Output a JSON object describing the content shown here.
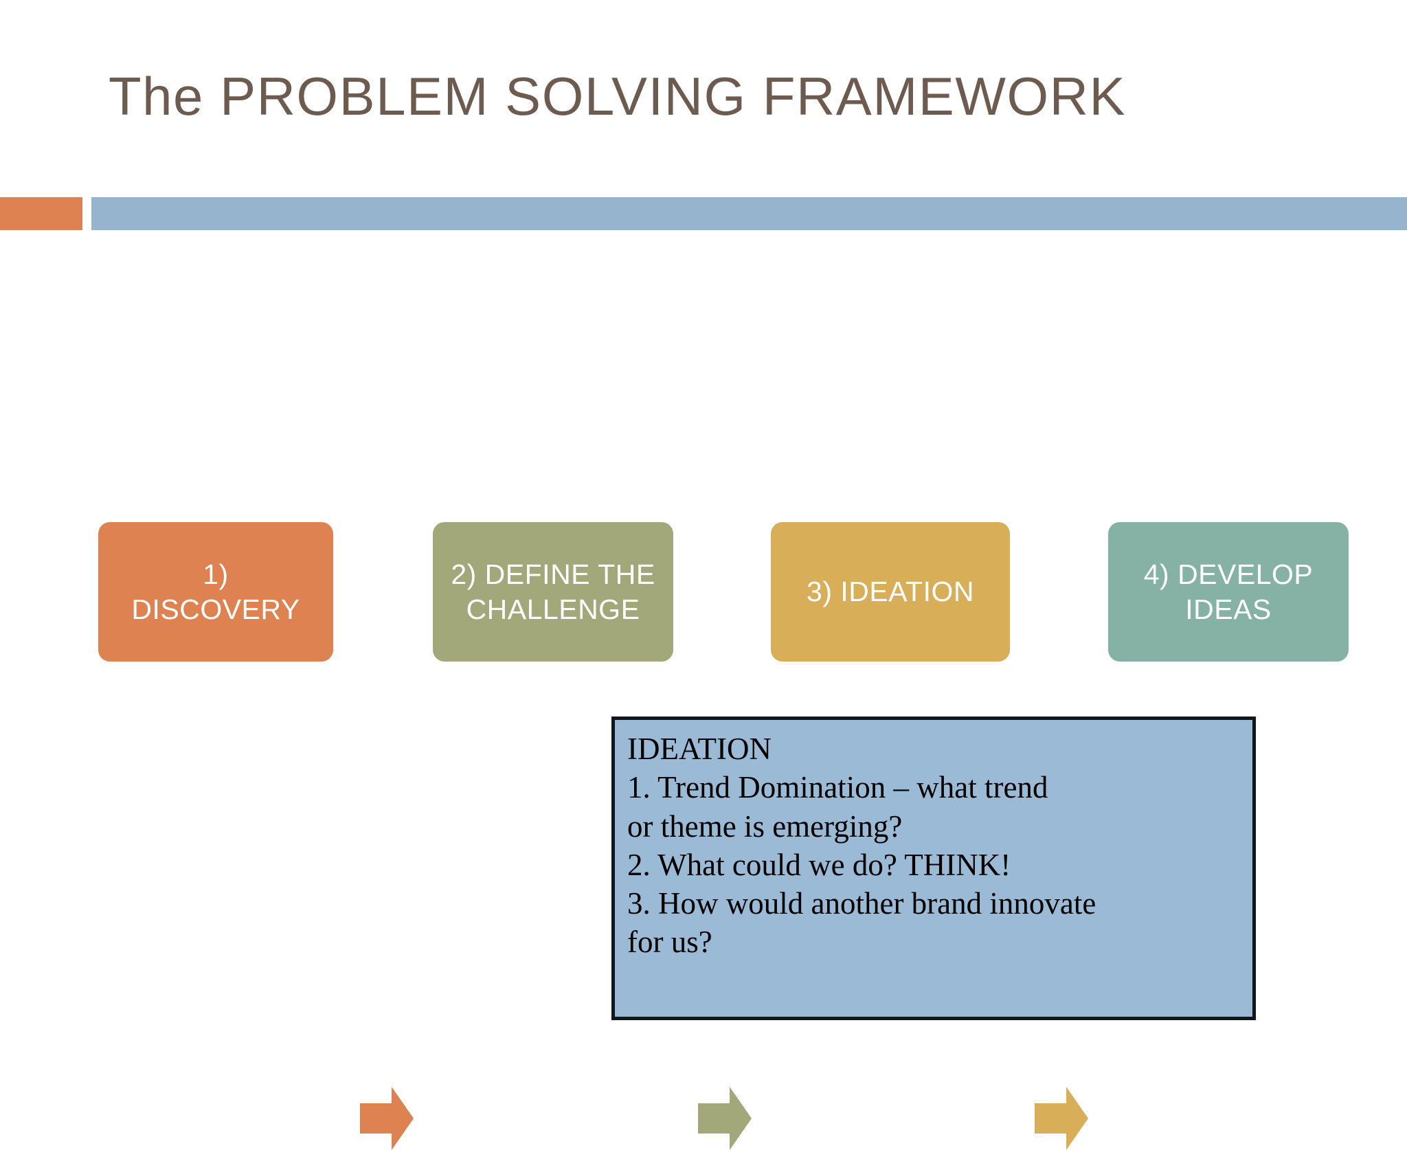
{
  "slide": {
    "title": "The PROBLEM SOLVING FRAMEWORK",
    "background_color": "#FFFFFF",
    "title_color": "#6E5B50"
  },
  "title_rule": {
    "accent_color": "#DD8250",
    "bar_color": "#97B4CE"
  },
  "process": {
    "steps": [
      {
        "label": "1)\nDISCOVERY",
        "color": "#DD8250",
        "text_color": "#FFFFFF"
      },
      {
        "label": "2) DEFINE THE\nCHALLENGE",
        "color": "#A3A87B",
        "text_color": "#FFFFFF"
      },
      {
        "label": "3) IDEATION",
        "color": "#D9AE58",
        "text_color": "#FFFFFF"
      },
      {
        "label": "4) DEVELOP\nIDEAS",
        "color": "#85B2A4",
        "text_color": "#FFFFFF"
      }
    ],
    "arrows": [
      {
        "color": "#DD8250"
      },
      {
        "color": "#A3A87B"
      },
      {
        "color": "#D9AE58"
      }
    ]
  },
  "note": {
    "heading": "IDEATION",
    "lines": [
      "IDEATION",
      "1. Trend Domination – what trend",
      "or theme is emerging?",
      "2. What could we do? THINK!",
      "3. How would another brand innovate",
      "for us?"
    ],
    "text": "IDEATION\n1. Trend Domination – what trend\nor theme is emerging?\n2. What could we do? THINK!\n3. How would another brand innovate\nfor us?",
    "background_color": "#9BBAD6",
    "border_color": "#11161B",
    "text_color": "#000000"
  }
}
